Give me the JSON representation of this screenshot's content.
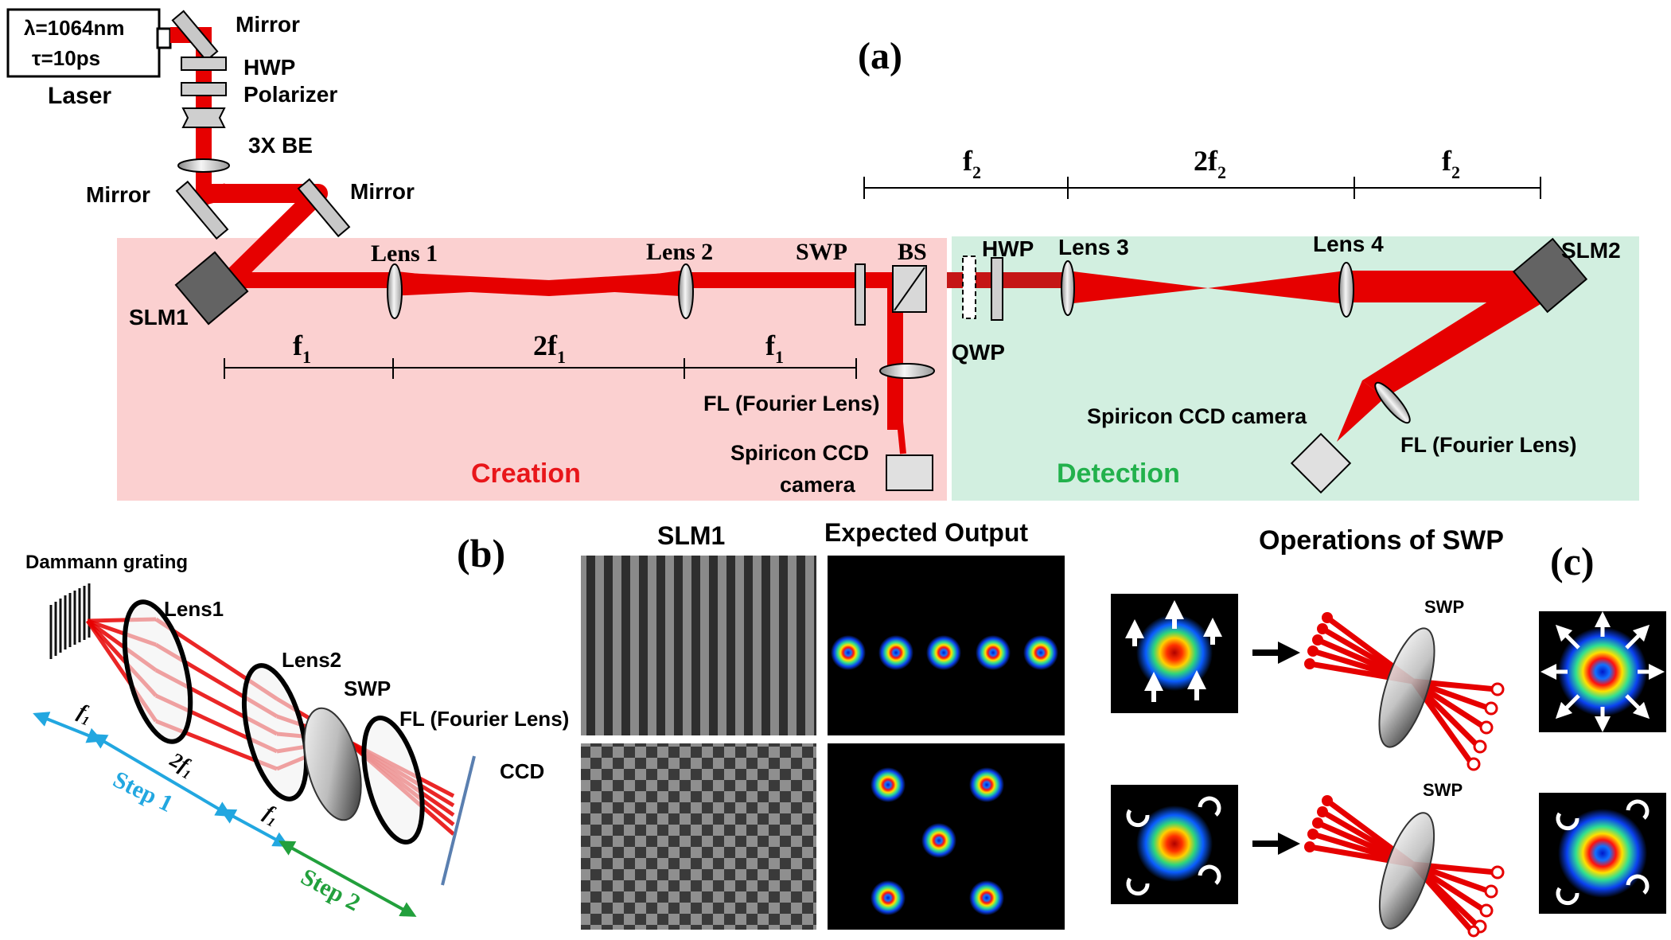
{
  "panel_labels": {
    "a": "(a)",
    "b": "(b)",
    "c": "(c)"
  },
  "laser": {
    "wavelength": "λ=1064nm",
    "pulse": "τ=10ps",
    "name": "Laser"
  },
  "labels_a": {
    "mirror_top": "Mirror",
    "hwp_top": "HWP",
    "polarizer": "Polarizer",
    "be": "3X BE",
    "mirror_left": "Mirror",
    "mirror_right": "Mirror",
    "slm1": "SLM1",
    "lens1": "Lens 1",
    "lens2": "Lens 2",
    "swp": "SWP",
    "bs": "BS",
    "hwp": "HWP",
    "lens3": "Lens 3",
    "lens4": "Lens 4",
    "slm2": "SLM2",
    "qwp": "QWP",
    "fl_left": "FL (Fourier Lens)",
    "ccd_left_1": "Spiricon CCD",
    "ccd_left_2": "camera",
    "ccd_right": "Spiricon CCD camera",
    "fl_right": "FL (Fourier Lens)",
    "creation": "Creation",
    "detection": "Detection"
  },
  "dims": {
    "f": "f",
    "two_f": "2f",
    "sub1": "1",
    "sub2": "2"
  },
  "labels_b": {
    "dammann": "Dammann grating",
    "lens1": "Lens1",
    "lens2": "Lens2",
    "swp": "SWP",
    "fl": "FL (Fourier Lens)",
    "ccd": "CCD",
    "step1": "Step 1",
    "step2": "Step 2",
    "slm1": "SLM1",
    "expected": "Expected Output"
  },
  "labels_c": {
    "title": "Operations of SWP",
    "swp_top": "SWP",
    "swp_bottom": "SWP"
  },
  "colors": {
    "beam": "#e60000",
    "creation_bg": "#fbd0d0",
    "detection_bg": "#d2efe0",
    "creation_text": "#e8161a",
    "detection_text": "#22b14c",
    "step1": "#22a7e0",
    "step2": "#22a03c"
  }
}
